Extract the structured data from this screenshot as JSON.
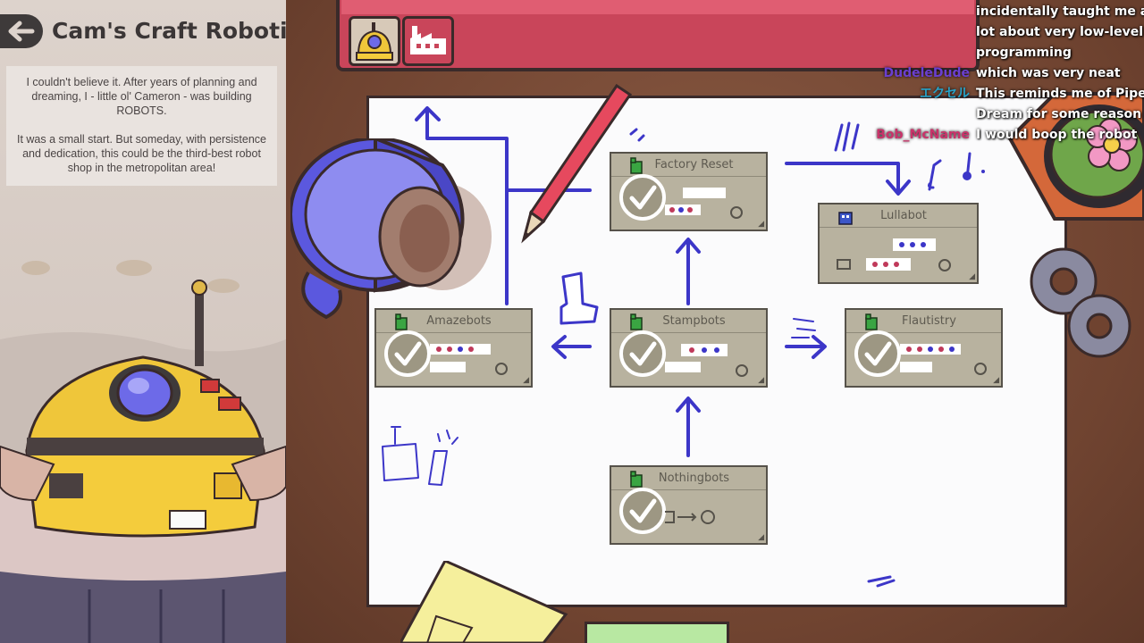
{
  "header": {
    "title": "Cam's Craft Robotics"
  },
  "story": {
    "paragraph1": "I couldn't believe it. After years of planning and dreaming, I - little ol' Cameron - was building ROBOTS.",
    "paragraph2": "It was a small start. But someday, with persistence and dedication, this could be the third-best robot shop in the metropolitan area!"
  },
  "nodes": {
    "factory_reset": {
      "title": "Factory Reset",
      "completed": true
    },
    "lullabot": {
      "title": "Lullabot",
      "completed": false
    },
    "amazebots": {
      "title": "Amazebots",
      "completed": true
    },
    "stampbots": {
      "title": "Stampbots",
      "completed": true
    },
    "flautistry": {
      "title": "Flautistry",
      "completed": true
    },
    "nothingbots": {
      "title": "Nothingbots",
      "completed": true
    }
  },
  "chat": {
    "lines": [
      {
        "user": "",
        "text": "incidentally taught me a"
      },
      {
        "user": "",
        "text": "lot about very low-level"
      },
      {
        "user": "",
        "text": "programming"
      },
      {
        "user": "DudeleDude",
        "text": "which was very neat"
      },
      {
        "user": "エクセル",
        "text": "This reminds me of Pipe"
      },
      {
        "user": "",
        "text": "Dream for some reason"
      },
      {
        "user": "Bob_McName",
        "text": "I would boop the robot"
      }
    ],
    "name_colors": [
      "#6a3fd0",
      "#27a3c9",
      "#c9336a"
    ]
  },
  "colors": {
    "ink": "#3c36c8",
    "node_bg": "#b8b29f",
    "accent_red": "#c9455a"
  }
}
